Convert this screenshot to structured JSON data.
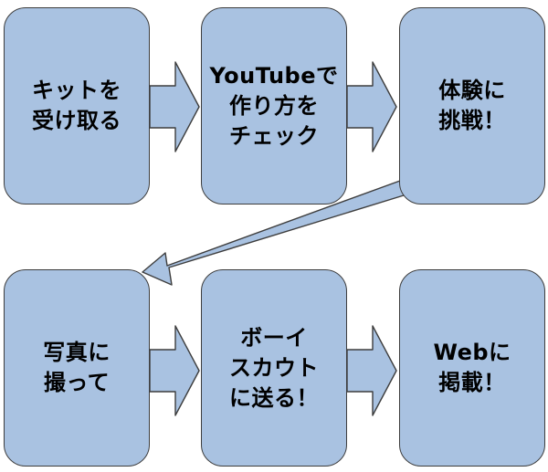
{
  "colors": {
    "box_fill": "#a9c2e1",
    "box_stroke": "#3d3d3d",
    "arrow_fill": "#a9c2e1",
    "arrow_stroke": "#3d3d3d"
  },
  "steps": [
    {
      "label": "キットを\n受け取る"
    },
    {
      "label": "YouTubeで\n作り方を\nチェック"
    },
    {
      "label": "体験に\n挑戦！"
    },
    {
      "label": "写真に\n撮って"
    },
    {
      "label": "ボーイ\nスカウト\nに送る！"
    },
    {
      "label": "Webに\n掲載！"
    }
  ]
}
